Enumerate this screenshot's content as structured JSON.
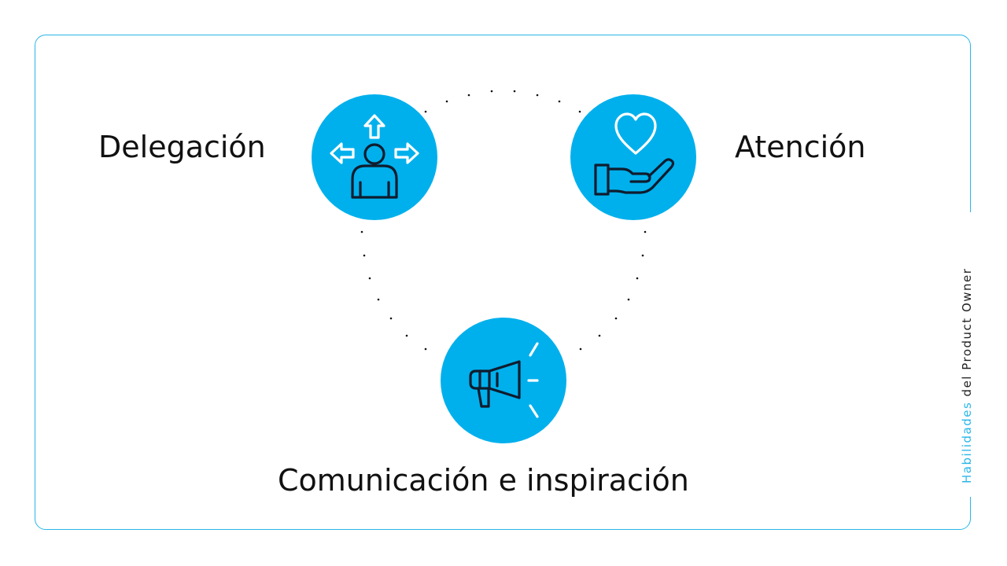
{
  "nodes": [
    {
      "label": "Delegación",
      "icon": "delegation-icon"
    },
    {
      "label": "Atención",
      "icon": "heart-hand-icon"
    },
    {
      "label": "Comunicación e inspiración",
      "icon": "megaphone-icon"
    }
  ],
  "side_title": {
    "highlight": "Habilidades",
    "rest": " del Product Owner"
  },
  "colors": {
    "accent": "#00b0ec",
    "frame": "#29b6e8",
    "icon_stroke": "#0f1c2e",
    "text": "#111111"
  }
}
